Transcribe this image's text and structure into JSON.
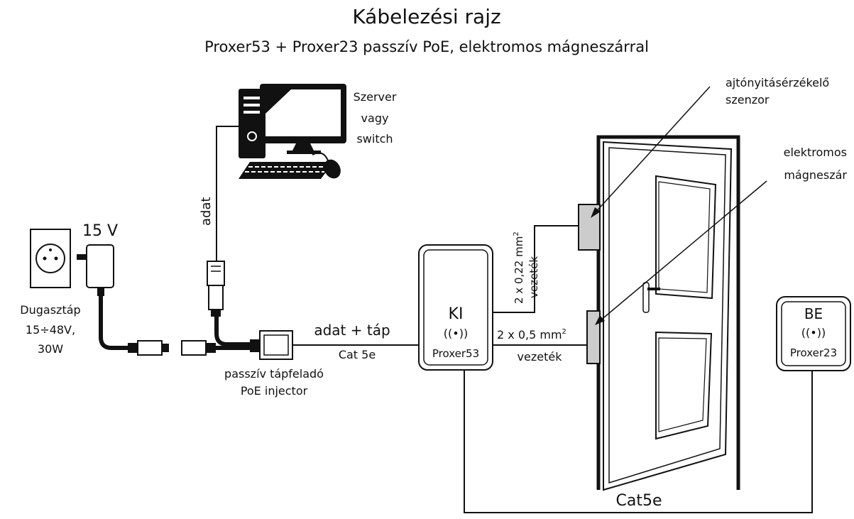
{
  "title": "Kábelezési rajz",
  "subtitle": "Proxer53 + Proxer23 passzív PoE, elektromos mágneszárral",
  "server": {
    "line1": "Szerver",
    "line2": "vagy",
    "line3": "switch"
  },
  "adat_label": "adat",
  "power": {
    "voltage": "15 V",
    "line1": "Dugasztáp",
    "line2": "15÷48V,",
    "line3": "30W"
  },
  "injector": {
    "line1": "passzív tápfeladó",
    "line2": "PoE injector"
  },
  "cable_main": {
    "top": "adat  + táp",
    "bottom": "Cat 5e"
  },
  "reader_in": {
    "code": "KI",
    "model": "Proxer53",
    "rf": "((•))"
  },
  "reader_out": {
    "code": "BE",
    "model": "Proxer23",
    "rf": "((•))"
  },
  "wire_sensor": {
    "text": "2 x 0,22 mm",
    "sup": "2",
    "sub": "vezeték"
  },
  "wire_lock": {
    "text": "2 x 0,5 mm",
    "sup": "2",
    "sub": "vezeték"
  },
  "sensor_label": {
    "line1": "ajtónyitásérzékelő",
    "line2": "szenzor"
  },
  "lock_label": {
    "line1": "elektromos",
    "line2": "mágneszár"
  },
  "cat5e_bottom": "Cat5e"
}
